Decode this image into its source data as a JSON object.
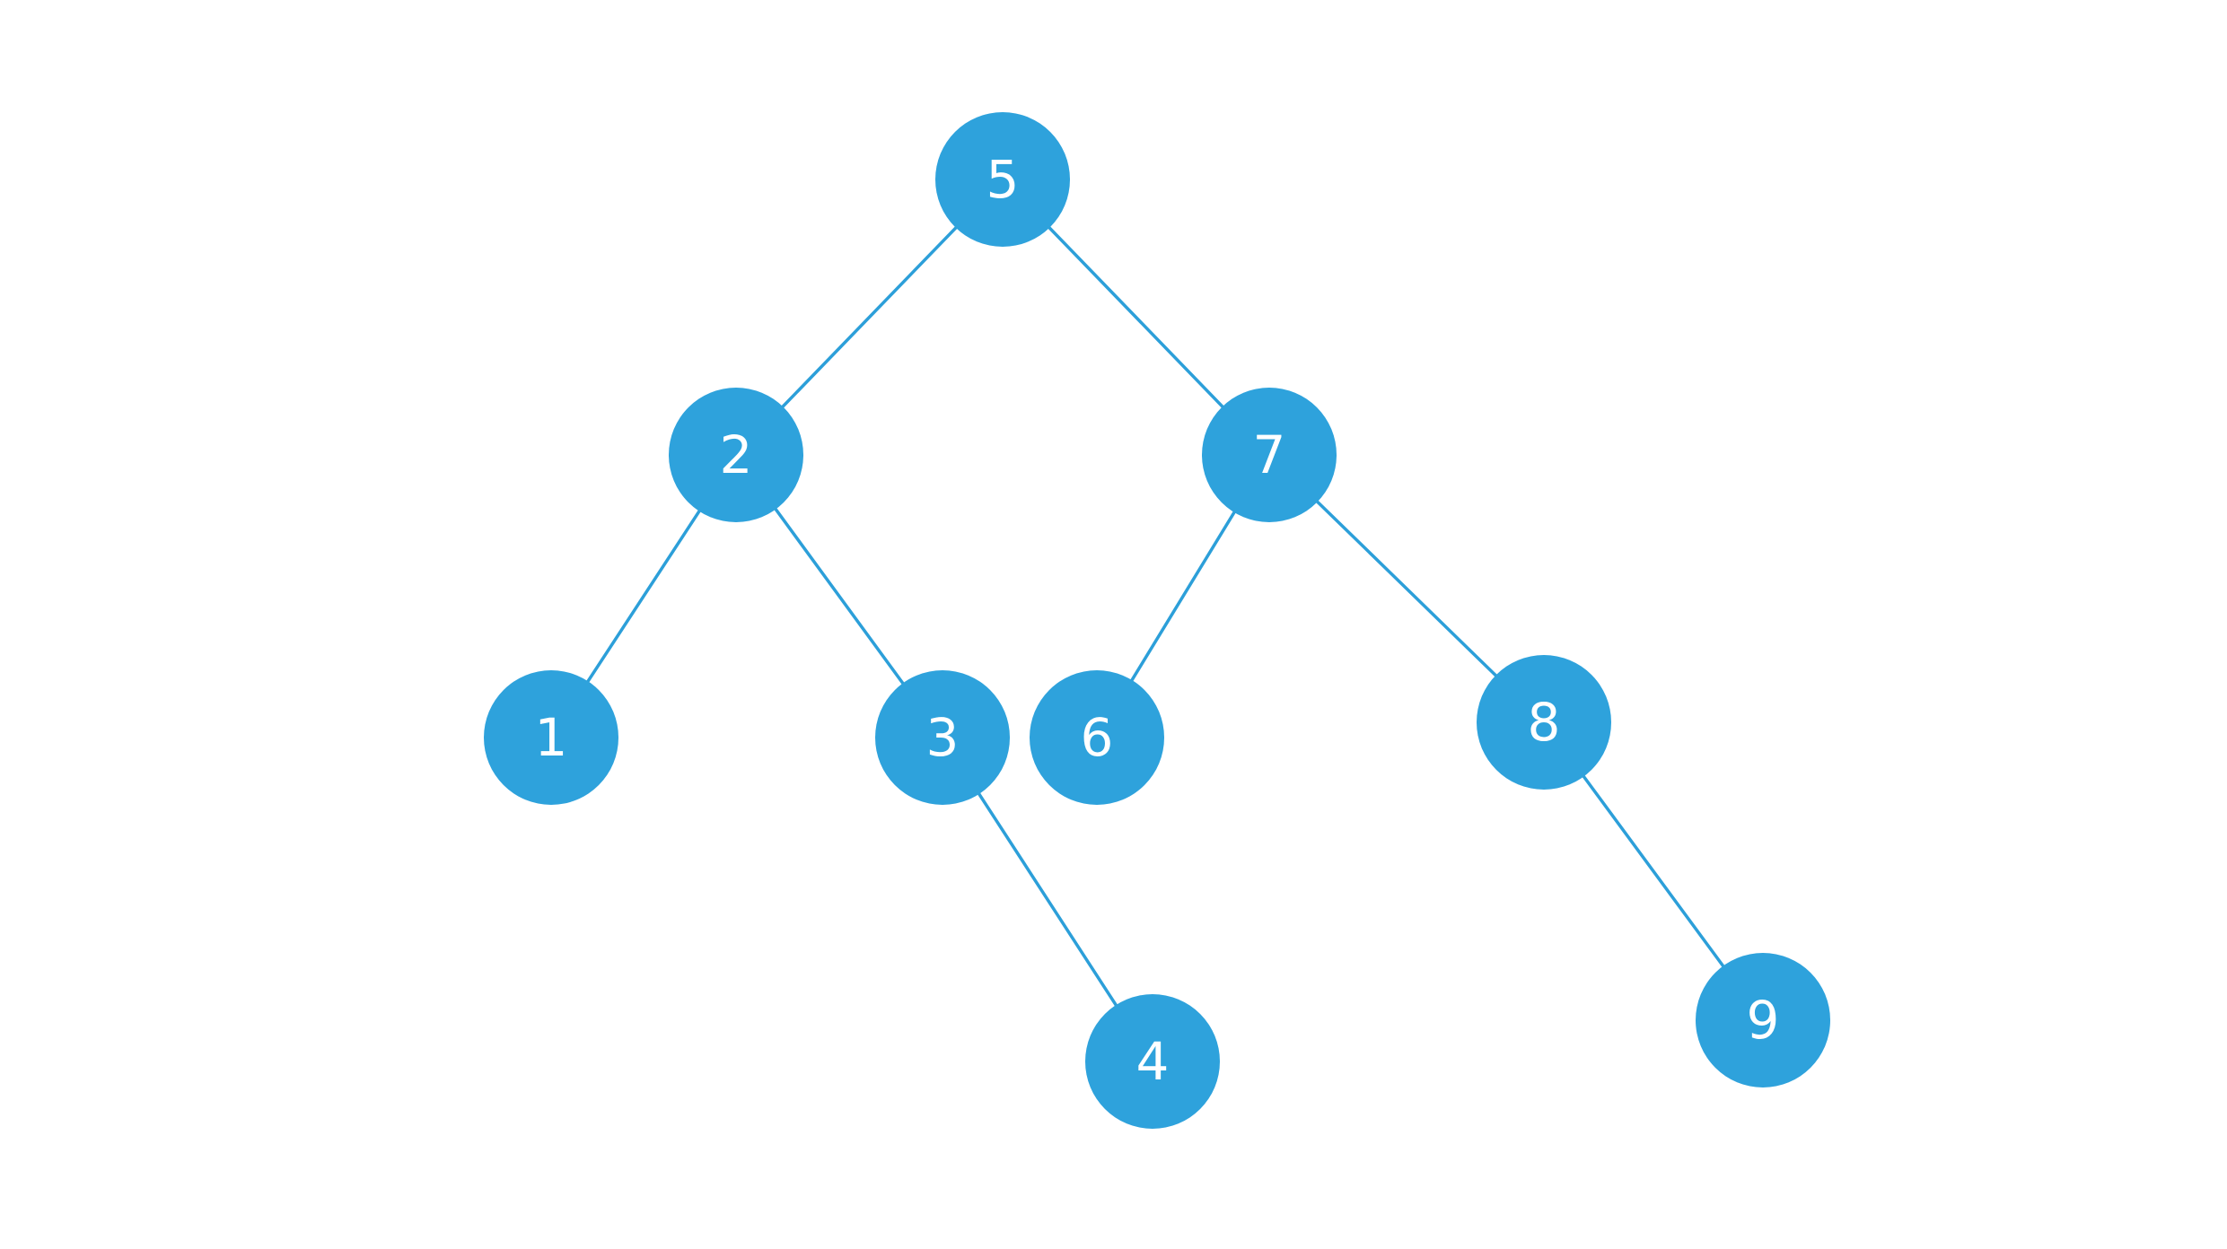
{
  "colors": {
    "node_fill": "#2ea2dc",
    "edge_stroke": "#2c9fd9",
    "label_text": "#ffffff",
    "background": "#ffffff"
  },
  "tree": {
    "root": "5",
    "nodes": [
      {
        "id": "n5",
        "label": "5"
      },
      {
        "id": "n2",
        "label": "2"
      },
      {
        "id": "n7",
        "label": "7"
      },
      {
        "id": "n1",
        "label": "1"
      },
      {
        "id": "n3",
        "label": "3"
      },
      {
        "id": "n6",
        "label": "6"
      },
      {
        "id": "n8",
        "label": "8"
      },
      {
        "id": "n4",
        "label": "4"
      },
      {
        "id": "n9",
        "label": "9"
      }
    ],
    "edges": [
      {
        "from": "n5",
        "to": "n2"
      },
      {
        "from": "n5",
        "to": "n7"
      },
      {
        "from": "n2",
        "to": "n1"
      },
      {
        "from": "n2",
        "to": "n3"
      },
      {
        "from": "n7",
        "to": "n6"
      },
      {
        "from": "n7",
        "to": "n8"
      },
      {
        "from": "n3",
        "to": "n4"
      },
      {
        "from": "n8",
        "to": "n9"
      }
    ]
  }
}
